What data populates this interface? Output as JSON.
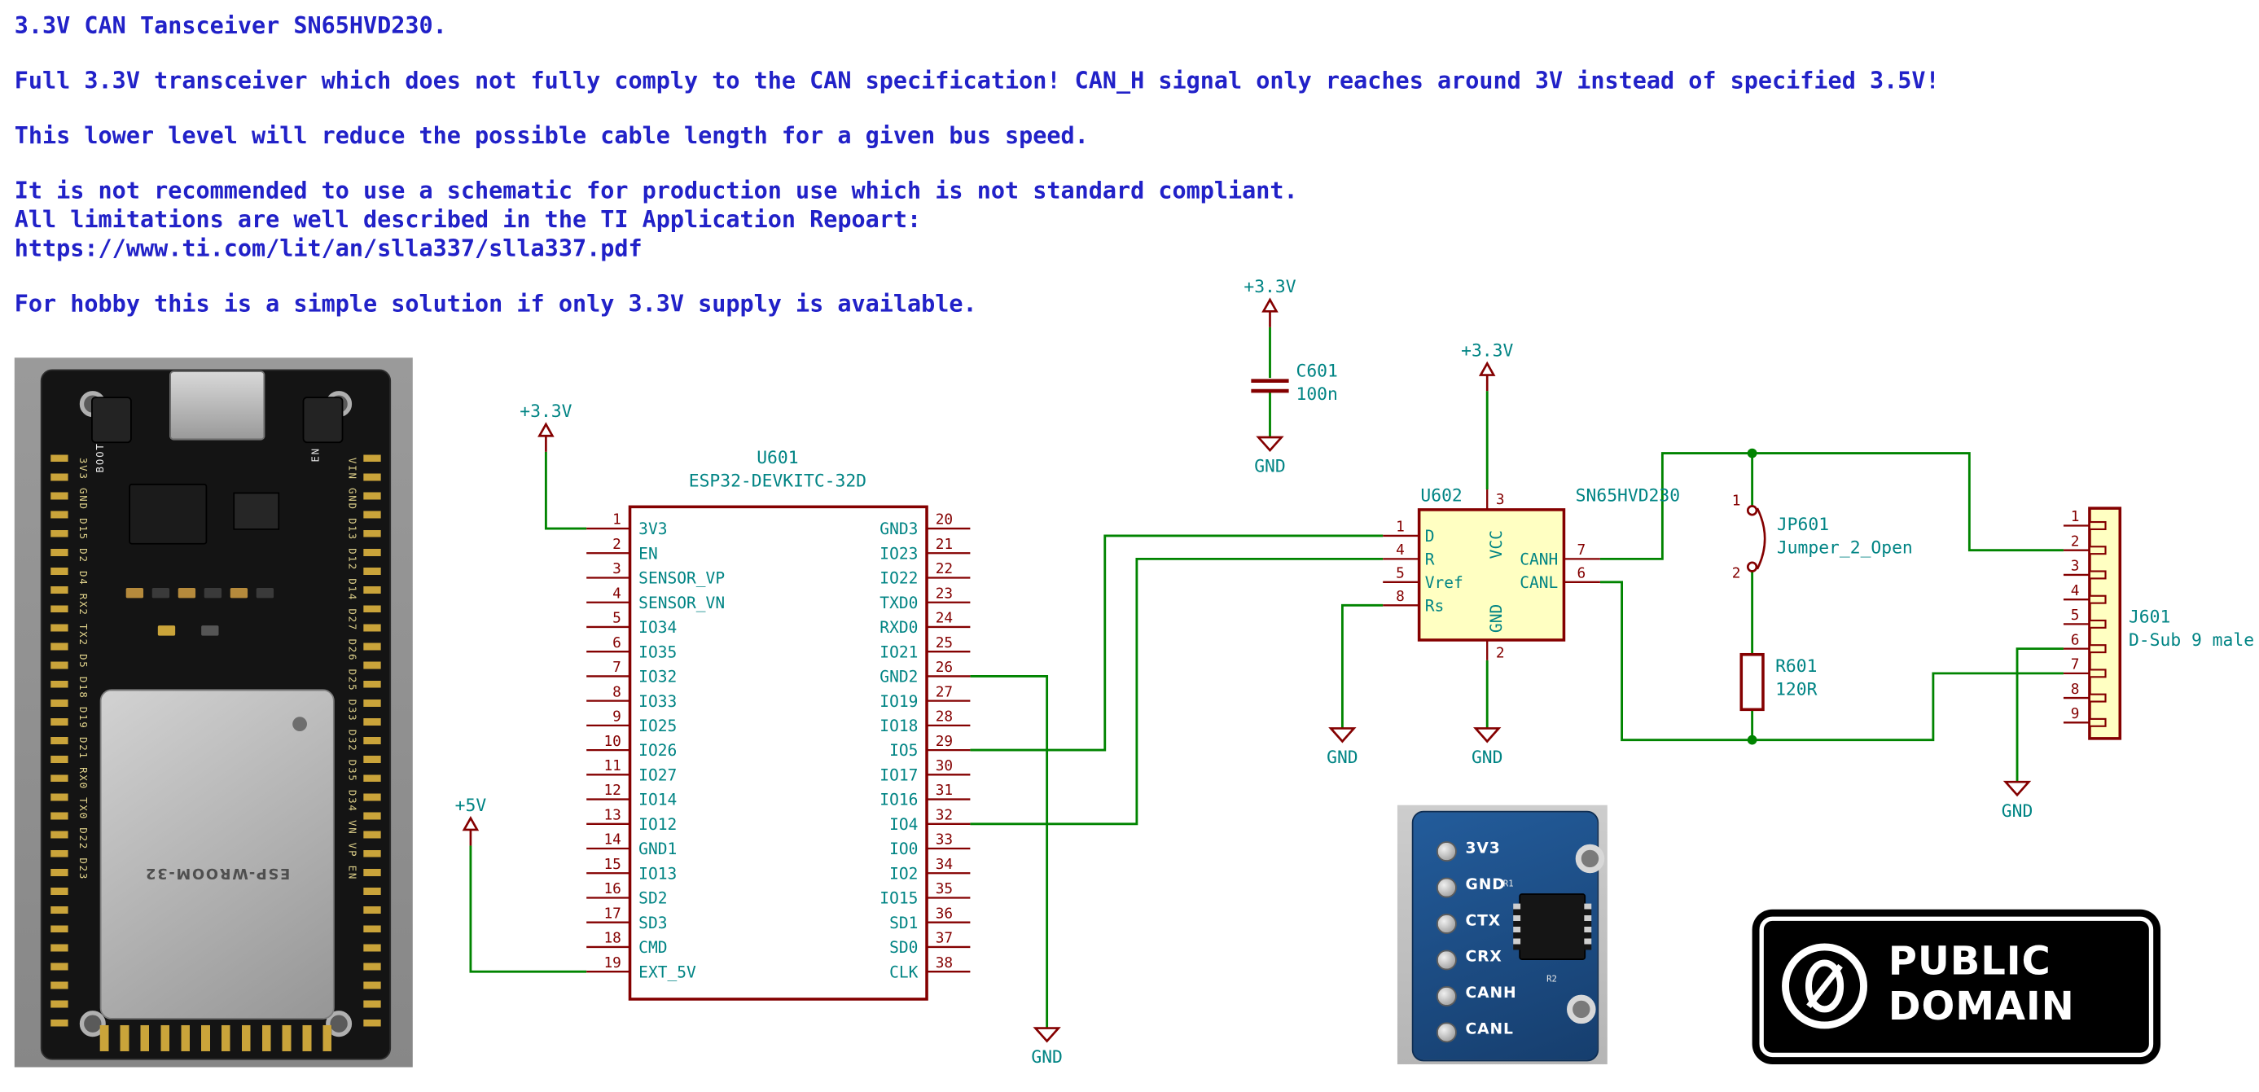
{
  "notes": {
    "line1": "3.3V CAN Tansceiver SN65HVD230.",
    "line2": "Full 3.3V transceiver which does not fully comply to the CAN specification! CAN_H signal only reaches around 3V instead of specified 3.5V!",
    "line3": "This lower level will reduce the possible cable length for a given bus speed.",
    "line4": "It is not recommended to use a schematic for production use which is not standard compliant.",
    "line5": "All limitations are well described in the TI Application Repoart:",
    "line6": "https://www.ti.com/lit/an/slla337/slla337.pdf",
    "line7": "For hobby this is a simple solution if only 3.3V supply is available."
  },
  "power": {
    "p3v3": "+3.3V",
    "p5v": "+5V",
    "gnd": "GND"
  },
  "esp32_symbol": {
    "ref": "U601",
    "value": "ESP32-DEVKITC-32D",
    "left_pins": [
      {
        "num": "1",
        "name": "3V3"
      },
      {
        "num": "2",
        "name": "EN"
      },
      {
        "num": "3",
        "name": "SENSOR_VP"
      },
      {
        "num": "4",
        "name": "SENSOR_VN"
      },
      {
        "num": "5",
        "name": "IO34"
      },
      {
        "num": "6",
        "name": "IO35"
      },
      {
        "num": "7",
        "name": "IO32"
      },
      {
        "num": "8",
        "name": "IO33"
      },
      {
        "num": "9",
        "name": "IO25"
      },
      {
        "num": "10",
        "name": "IO26"
      },
      {
        "num": "11",
        "name": "IO27"
      },
      {
        "num": "12",
        "name": "IO14"
      },
      {
        "num": "13",
        "name": "IO12"
      },
      {
        "num": "14",
        "name": "GND1"
      },
      {
        "num": "15",
        "name": "IO13"
      },
      {
        "num": "16",
        "name": "SD2"
      },
      {
        "num": "17",
        "name": "SD3"
      },
      {
        "num": "18",
        "name": "CMD"
      },
      {
        "num": "19",
        "name": "EXT_5V"
      }
    ],
    "right_pins": [
      {
        "num": "20",
        "name": "GND3"
      },
      {
        "num": "21",
        "name": "IO23"
      },
      {
        "num": "22",
        "name": "IO22"
      },
      {
        "num": "23",
        "name": "TXD0"
      },
      {
        "num": "24",
        "name": "RXD0"
      },
      {
        "num": "25",
        "name": "IO21"
      },
      {
        "num": "26",
        "name": "GND2"
      },
      {
        "num": "27",
        "name": "IO19"
      },
      {
        "num": "28",
        "name": "IO18"
      },
      {
        "num": "29",
        "name": "IO5"
      },
      {
        "num": "30",
        "name": "IO17"
      },
      {
        "num": "31",
        "name": "IO16"
      },
      {
        "num": "32",
        "name": "IO4"
      },
      {
        "num": "33",
        "name": "IO0"
      },
      {
        "num": "34",
        "name": "IO2"
      },
      {
        "num": "35",
        "name": "IO15"
      },
      {
        "num": "36",
        "name": "SD1"
      },
      {
        "num": "37",
        "name": "SD0"
      },
      {
        "num": "38",
        "name": "CLK"
      }
    ]
  },
  "can_symbol": {
    "ref": "U602",
    "value": "SN65HVD230",
    "left_pins": [
      {
        "num": "1",
        "name": "D"
      },
      {
        "num": "4",
        "name": "R"
      },
      {
        "num": "5",
        "name": "Vref"
      },
      {
        "num": "8",
        "name": "Rs"
      }
    ],
    "right_pins": [
      {
        "num": "7",
        "name": "CANH"
      },
      {
        "num": "6",
        "name": "CANL"
      }
    ],
    "top_pin": {
      "num": "3",
      "name": "VCC"
    },
    "bottom_pin": {
      "num": "2",
      "name": "GND"
    }
  },
  "capacitor": {
    "ref": "C601",
    "value": "100n"
  },
  "jumper": {
    "ref": "JP601",
    "value": "Jumper_2_Open",
    "pin1": "1",
    "pin2": "2"
  },
  "resistor": {
    "ref": "R601",
    "value": "120R"
  },
  "connector": {
    "ref": "J601",
    "value": "D-Sub 9 male",
    "pins": [
      {
        "num": "1"
      },
      {
        "num": "2"
      },
      {
        "num": "3"
      },
      {
        "num": "4"
      },
      {
        "num": "5"
      },
      {
        "num": "6"
      },
      {
        "num": "7"
      },
      {
        "num": "8"
      },
      {
        "num": "9"
      }
    ]
  },
  "board_photo": {
    "boot_button": "BOOT",
    "en_button": "EN",
    "module": "ESP-WROOM-32",
    "left_labels": "3V3 GND D15 D2 D4 RX2 TX2 D5 D18 D19 D21 RX0 TX0 D22 D23",
    "right_labels": "VIN GND D13 D12 D14 D27 D26 D25 D33 D32 D35 D34 VN VP EN"
  },
  "module_photo": {
    "pads": [
      "3V3",
      "GND",
      "CTX",
      "CRX",
      "CANH",
      "CANL"
    ],
    "r1": "R1",
    "r2": "R2"
  },
  "badge": {
    "word1": "PUBLIC",
    "word2": "DOMAIN"
  }
}
